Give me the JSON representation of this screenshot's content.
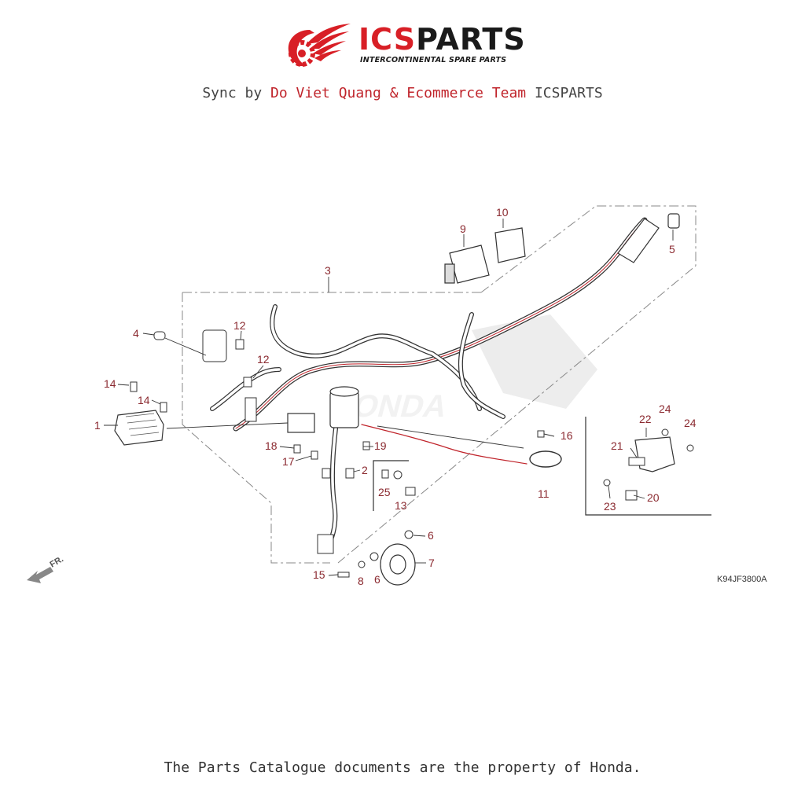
{
  "brand": {
    "name_red": "ICS",
    "name_dark": "PARTS",
    "tagline": "INTERCONTINENTAL SPARE PARTS"
  },
  "sync_line": {
    "prefix": "Sync by ",
    "authors": "Do Viet Quang & Ecommerce Team",
    "suffix": " ICSPARTS"
  },
  "diagram": {
    "code": "K94JF3800A",
    "direction_label": "FR.",
    "callouts": {
      "c1": "1",
      "c2": "2",
      "c3": "3",
      "c4": "4",
      "c5": "5",
      "c6a": "6",
      "c6b": "6",
      "c7": "7",
      "c8": "8",
      "c9": "9",
      "c10": "10",
      "c11": "11",
      "c12a": "12",
      "c12b": "12",
      "c13": "13",
      "c14a": "14",
      "c14b": "14",
      "c15": "15",
      "c16": "16",
      "c17": "17",
      "c18": "18",
      "c19": "19",
      "c20": "20",
      "c21": "21",
      "c22": "22",
      "c23": "23",
      "c24a": "24",
      "c24b": "24",
      "c25": "25"
    }
  },
  "footer": "The Parts Catalogue documents are the property of Honda.",
  "colors": {
    "brand_red": "#d81f26",
    "callout": "#8b2a30",
    "harness_highlight": "#c0242b"
  }
}
